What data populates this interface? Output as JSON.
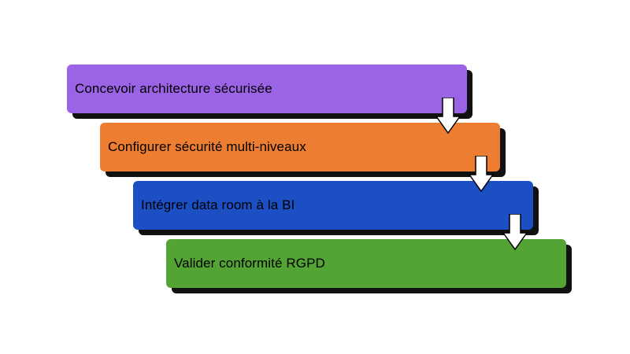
{
  "diagram": {
    "background_color": "#ffffff",
    "shadow_color": "#111111",
    "arrow": {
      "fill_color": "#ffffff",
      "outline_color": "#000000",
      "direction": "down"
    },
    "steps": [
      {
        "label": "Concevoir architecture sécurisée",
        "color": "#9b63e6"
      },
      {
        "label": "Configurer sécurité multi-niveaux",
        "color": "#ed7d31"
      },
      {
        "label": "Intégrer data room à la BI",
        "color": "#1b4fc3"
      },
      {
        "label": "Valider conformité RGPD",
        "color": "#53a335"
      }
    ]
  }
}
